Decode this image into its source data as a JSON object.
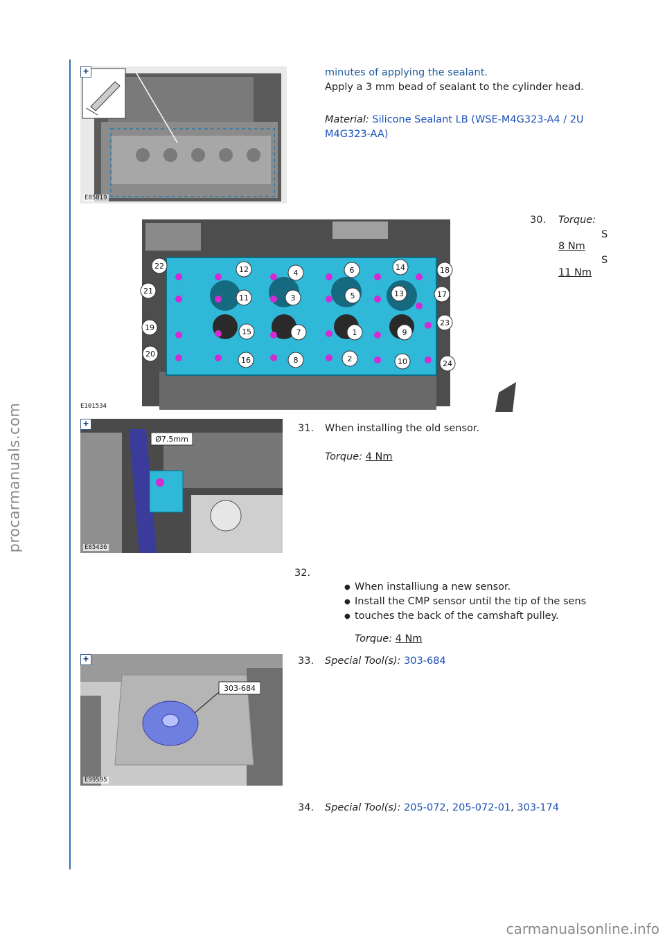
{
  "watermark_side": "procarmanuals.com",
  "watermark_bottom": "carmanualsonline.info",
  "colors": {
    "rule": "#2c6db4",
    "link": "#1a4fb8",
    "cyan_part": "#2fb8d8",
    "bolt": "#d42ad4"
  },
  "figures": [
    {
      "code": "E85819",
      "zoom": "+"
    },
    {
      "code": "E101534",
      "callouts": [
        "22",
        "12",
        "4",
        "6",
        "14",
        "18",
        "21",
        "11",
        "3",
        "5",
        "13",
        "17",
        "19",
        "15",
        "7",
        "1",
        "9",
        "23",
        "20",
        "16",
        "8",
        "2",
        "10",
        "24"
      ]
    },
    {
      "code": "E85436",
      "zoom": "+",
      "label": "Ø7.5mm"
    },
    {
      "code": "E99595",
      "zoom": "+",
      "label": "303-684"
    }
  ],
  "intro": {
    "continuation": "minutes of applying the sealant.",
    "line": "Apply a 3 mm bead of sealant to the cylinder head.",
    "material_label": "Material:",
    "material_value_1": " Silicone Sealant LB (WSE-M4G323-A4 / 2U",
    "material_value_2": "M4G323-AA)"
  },
  "steps": [
    {
      "num": "30.",
      "torque_label": "Torque:",
      "stage_1": "S",
      "torque_1": "8 Nm",
      "stage_2": "S",
      "torque_2": "11 Nm"
    },
    {
      "num": "31.",
      "text": "When installing the old sensor.",
      "torque_label": "Torque:",
      "torque": "4 Nm"
    },
    {
      "num": "32.",
      "bullets": [
        "When installiung a new sensor.",
        "Install the CMP sensor until the tip of the sens",
        "touches the back of the camshaft pulley."
      ],
      "torque_label": "Torque:",
      "torque": "4 Nm"
    },
    {
      "num": "33.",
      "tool_label": "Special Tool(s):",
      "tools": [
        "303-684"
      ]
    },
    {
      "num": "34.",
      "tool_label": "Special Tool(s):",
      "tools": [
        "205-072",
        "205-072-01",
        "303-174"
      ]
    }
  ]
}
